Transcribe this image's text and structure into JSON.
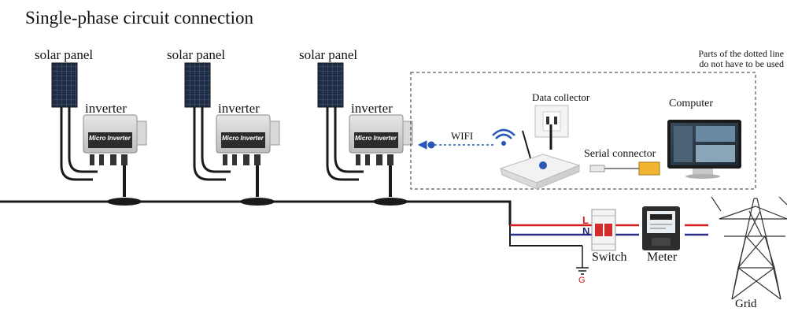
{
  "title": "Single-phase circuit connection",
  "panels": [
    {
      "panel_label": "solar panel",
      "inverter_label": "inverter",
      "device_text": "Micro Inverter"
    },
    {
      "panel_label": "solar panel",
      "inverter_label": "inverter",
      "device_text": "Micro Inverter"
    },
    {
      "panel_label": "solar panel",
      "inverter_label": "inverter",
      "device_text": "Micro Inverter"
    }
  ],
  "dotted_note": {
    "line1": "Parts of the dotted line",
    "line2": "do not have to be used"
  },
  "wifi_label": "WIFI",
  "data_collector_label": "Data collector",
  "computer_label": "Computer",
  "serial_connector_label": "Serial connector",
  "switch_label": "Switch",
  "meter_label": "Meter",
  "grid_label": "Grid",
  "line_labels": {
    "live": "L",
    "neutral": "N",
    "ground": "G"
  },
  "colors": {
    "live_wire": "#d31f1f",
    "neutral_wire": "#2a2f8a",
    "wifi_blue": "#2a56b8",
    "cable": "#1a1a1a"
  }
}
